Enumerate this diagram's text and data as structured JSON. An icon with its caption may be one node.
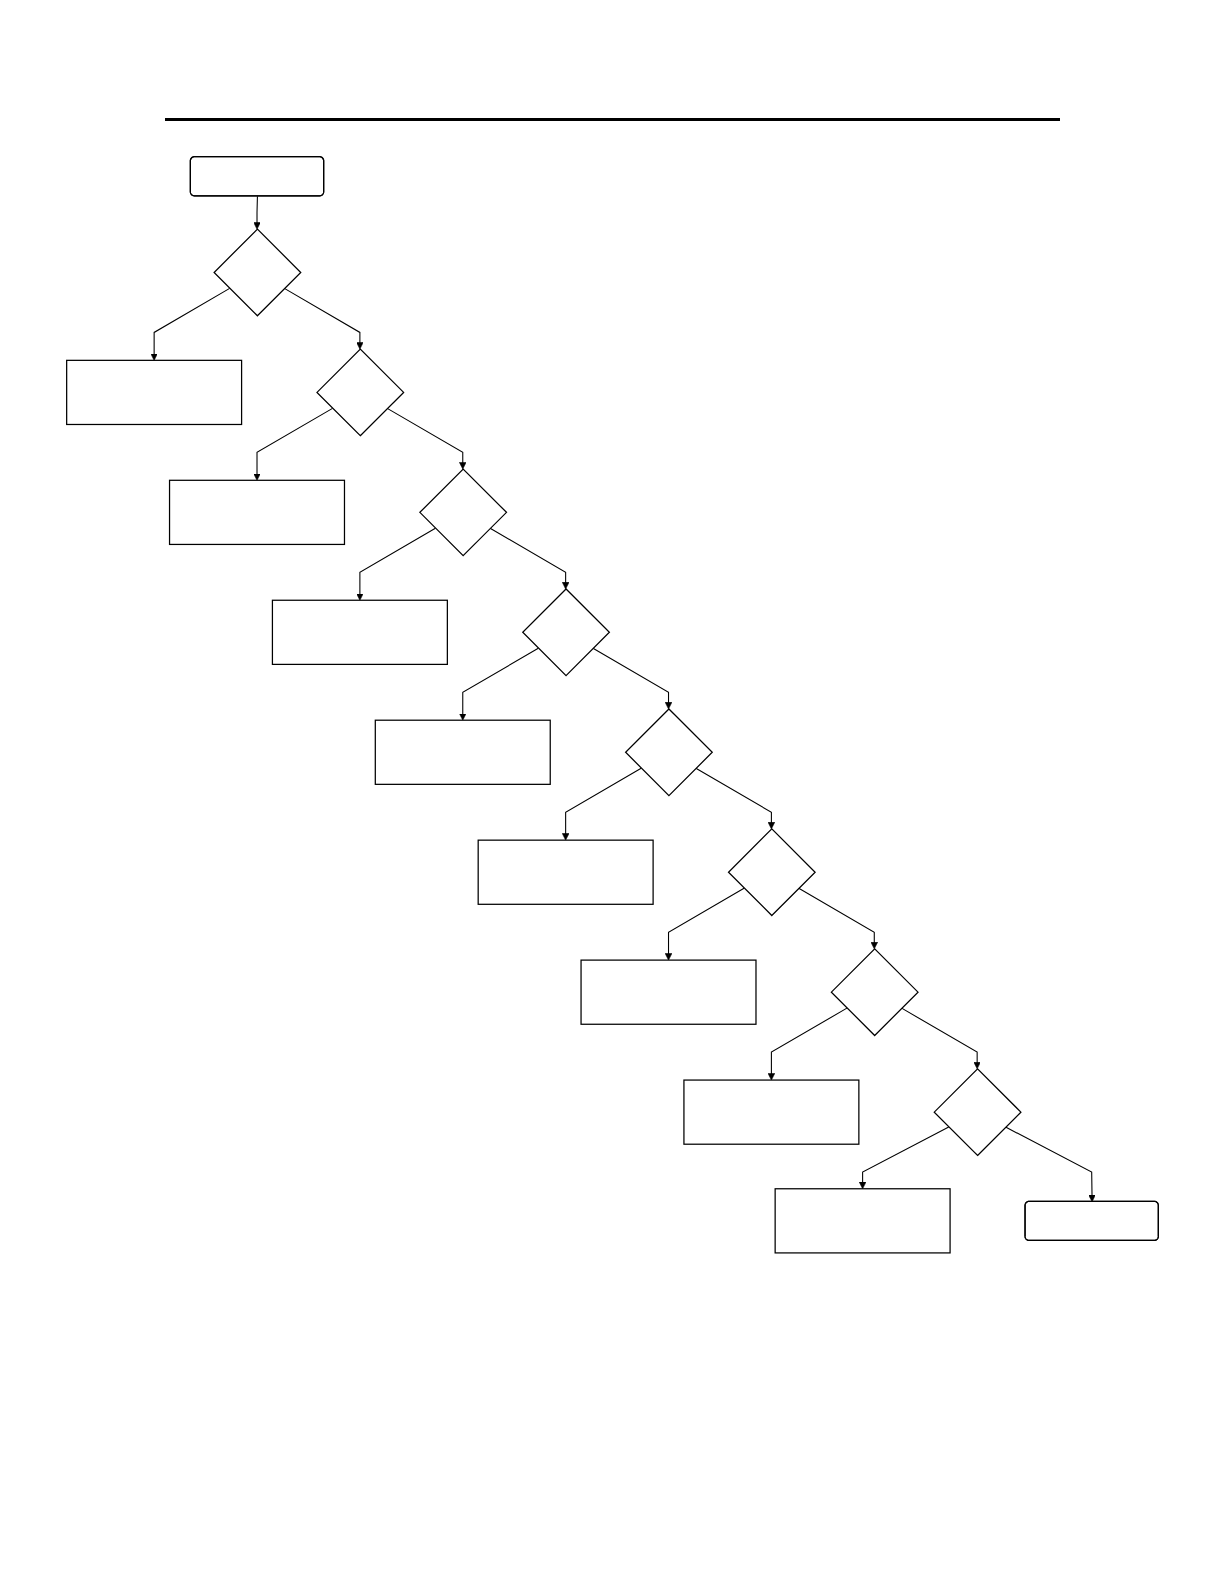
{
  "diagram": {
    "nodes": [
      {
        "text": [],
        "shape": "box"
      },
      {
        "text": [],
        "shape": "diamond"
      },
      {
        "text": [],
        "shape": "box"
      },
      {
        "text": [],
        "shape": "diamond"
      },
      {
        "text": [],
        "shape": "box"
      },
      {
        "text": [],
        "shape": "diamond"
      },
      {
        "text": [],
        "shape": "box"
      },
      {
        "text": [],
        "shape": "diamond"
      },
      {
        "text": [],
        "shape": "box"
      },
      {
        "text": [],
        "shape": "diamond"
      },
      {
        "text": [],
        "shape": "box"
      },
      {
        "text": [],
        "shape": "diamond"
      },
      {
        "text": [],
        "shape": "box"
      },
      {
        "text": [],
        "shape": "diamond"
      },
      {
        "text": [],
        "shape": "box"
      },
      {
        "text": [],
        "shape": "diamond"
      },
      {
        "text": [],
        "shape": "box"
      },
      {
        "text": [],
        "shape": "box"
      }
    ],
    "edges": [
      {
        "from": 0,
        "to": 1,
        "arrow": "to"
      },
      {
        "from": 1,
        "to": 2,
        "arrow": "to"
      },
      {
        "from": 1,
        "to": 3,
        "arrow": "to"
      },
      {
        "from": 3,
        "to": 4,
        "arrow": "to"
      },
      {
        "from": 3,
        "to": 5,
        "arrow": "to"
      },
      {
        "from": 5,
        "to": 6,
        "arrow": "to"
      },
      {
        "from": 5,
        "to": 7,
        "arrow": "to"
      },
      {
        "from": 7,
        "to": 8,
        "arrow": "to"
      },
      {
        "from": 7,
        "to": 9,
        "arrow": "to"
      },
      {
        "from": 9,
        "to": 10,
        "arrow": "to"
      },
      {
        "from": 9,
        "to": 11,
        "arrow": "to"
      },
      {
        "from": 11,
        "to": 12,
        "arrow": "to"
      },
      {
        "from": 11,
        "to": 13,
        "arrow": "to"
      },
      {
        "from": 13,
        "to": 14,
        "arrow": "to"
      },
      {
        "from": 13,
        "to": 15,
        "arrow": "to"
      },
      {
        "from": 15,
        "to": 16,
        "arrow": "to"
      },
      {
        "from": 15,
        "to": 17,
        "arrow": "to"
      }
    ]
  }
}
